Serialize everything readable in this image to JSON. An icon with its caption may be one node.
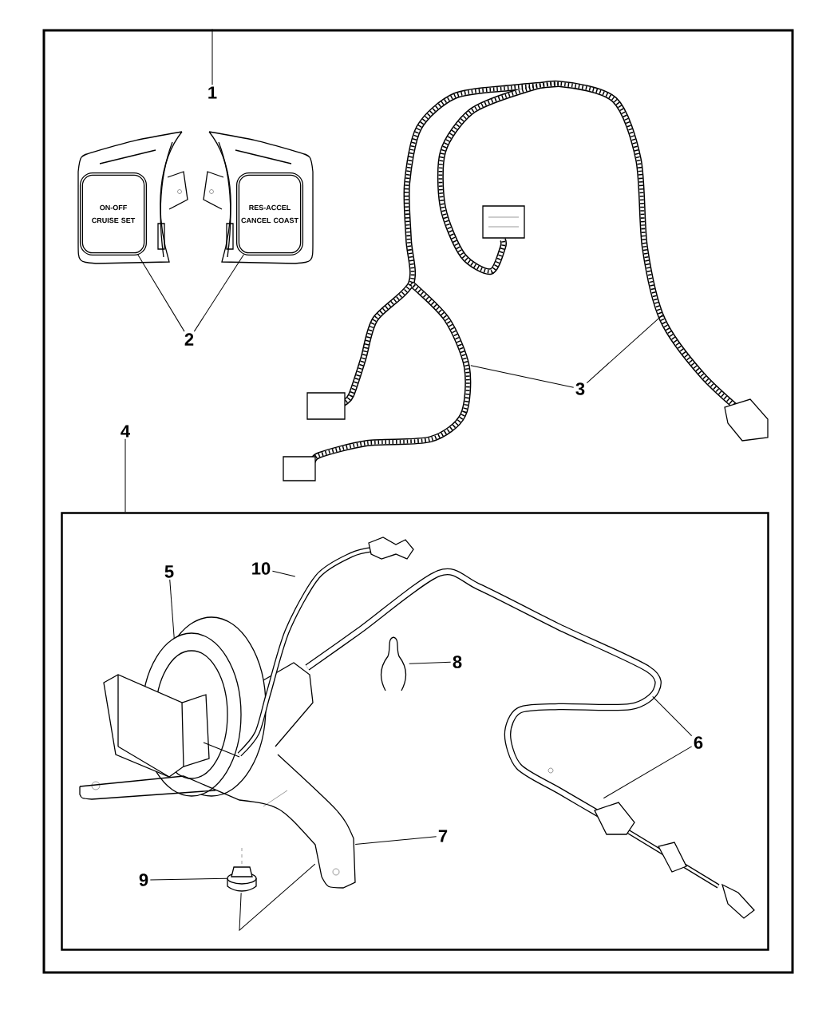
{
  "diagram": {
    "nodes": [
      {
        "text": [],
        "shape": "box"
      },
      {
        "text": [
          "1"
        ],
        "in": 0
      },
      {
        "text": [
          "ON-OFF CRUISE SET"
        ],
        "in": 0
      },
      {
        "text": [
          "RES-ACCEL CANCEL COAST"
        ],
        "in": 0
      },
      {
        "text": [
          "2"
        ],
        "in": 0
      },
      {
        "text": [],
        "shape": "picture",
        "in": 0
      },
      {
        "text": [
          "3"
        ],
        "in": 5
      },
      {
        "text": [
          "4"
        ],
        "in": 0
      },
      {
        "text": [],
        "shape": "box",
        "in": 0
      },
      {
        "text": [],
        "shape": "picture",
        "in": 8
      },
      {
        "text": [
          "5"
        ],
        "in": 8
      },
      {
        "text": [],
        "shape": "picture",
        "in": 8
      },
      {
        "text": [
          "6"
        ],
        "in": 11
      },
      {
        "text": [],
        "shape": "picture",
        "in": 8
      },
      {
        "text": [
          "7"
        ],
        "in": 11
      },
      {
        "text": [],
        "shape": "picture"
      },
      {
        "text": [
          "8"
        ],
        "in": 11
      },
      {
        "text": [],
        "shape": "picture",
        "in": 13
      },
      {
        "text": [
          "9"
        ],
        "in": 13
      },
      {
        "text": [],
        "shape": "picture",
        "in": 8
      },
      {
        "text": [
          "10"
        ],
        "in": 19
      }
    ],
    "edges": [
      {
        "from": 1,
        "to": 0,
        "arrow": "none"
      },
      {
        "from": 4,
        "to": 2,
        "arrow": "none"
      },
      {
        "from": 4,
        "to": 3,
        "arrow": "none"
      },
      {
        "from": 6,
        "to": 5,
        "arrow": "none"
      },
      {
        "from": 6,
        "to": 5,
        "arrow": "none"
      },
      {
        "from": 7,
        "to": 8,
        "arrow": "none"
      },
      {
        "from": 10,
        "to": 9,
        "arrow": "none"
      },
      {
        "from": 12,
        "to": 11,
        "arrow": "none"
      },
      {
        "from": 12,
        "to": 11,
        "arrow": "none"
      },
      {
        "from": 14,
        "to": 13,
        "arrow": "none"
      },
      {
        "from": 16,
        "to": 15,
        "arrow": "none"
      },
      {
        "from": 18,
        "to": 17,
        "arrow": "none"
      },
      {
        "from": 20,
        "to": 19,
        "arrow": "none"
      },
      {
        "from": 17,
        "to": 13,
        "arrow": "none"
      }
    ]
  }
}
